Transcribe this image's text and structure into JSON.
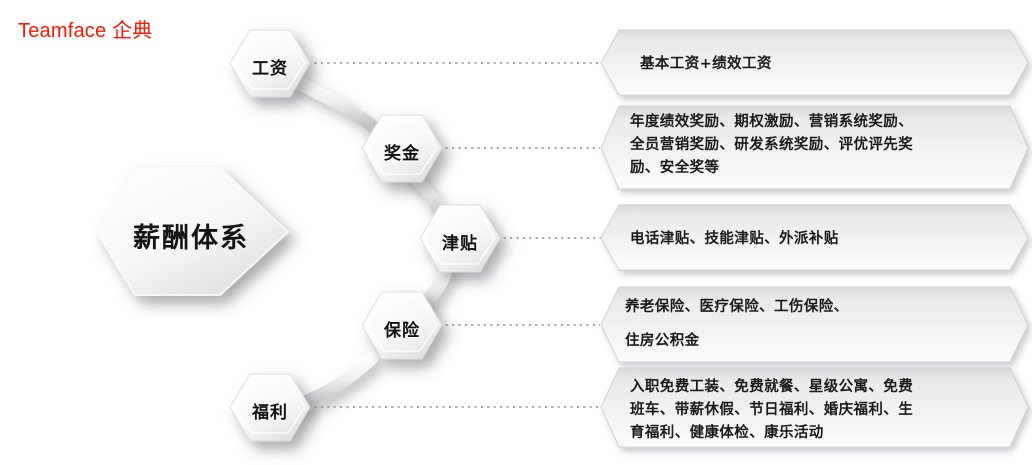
{
  "logo": {
    "text": "Teamface 企典",
    "color": "#fb1703"
  },
  "diagram": {
    "type": "hub-and-spoke",
    "core": {
      "label": "薪酬体系"
    },
    "nodes": [
      {
        "label": "工资"
      },
      {
        "label": "奖金"
      },
      {
        "label": "津贴"
      },
      {
        "label": "保险"
      },
      {
        "label": "福利"
      }
    ],
    "panels": [
      {
        "text": "基本工资+绩效工资"
      },
      {
        "text": "年度绩效奖励、期权激励、营销系统奖励、\n全员营销奖励、研发系统奖励、评优评先奖\n励、安全奖等"
      },
      {
        "text": "电话津贴、技能津贴、外派补贴"
      },
      {
        "text": "养老保险、医疗保险、工伤保险、\n\n住房公积金"
      },
      {
        "text": "入职免费工装、免费就餐、星级公寓、免费\n班车、带薪休假、节日福利、婚庆福利、生\n育福利、健康体检、康乐活动"
      }
    ],
    "colors": {
      "shape_light": "#ffffff",
      "shape_shade": "#d7d7d9",
      "panel_fill": "#e9e9eb",
      "connector": "#c9c9cc",
      "dotted_line": "#8d8d92"
    }
  }
}
